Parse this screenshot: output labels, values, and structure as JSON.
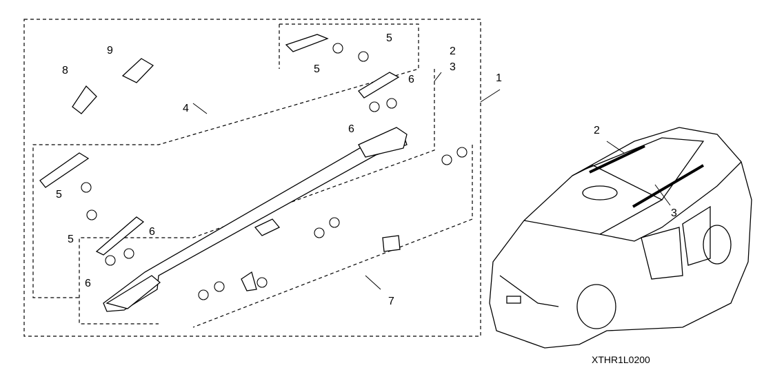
{
  "diagram_code": "XTHR1L0200",
  "callouts": {
    "c1": "1",
    "c2": "2",
    "c3": "3",
    "c4": "4",
    "c5a": "5",
    "c5b": "5",
    "c5c": "5",
    "c5d": "5",
    "c6a": "6",
    "c6b": "6",
    "c6c": "6",
    "c6d": "6",
    "c7": "7",
    "c8": "8",
    "c9": "9",
    "car2": "2",
    "car3": "3"
  }
}
